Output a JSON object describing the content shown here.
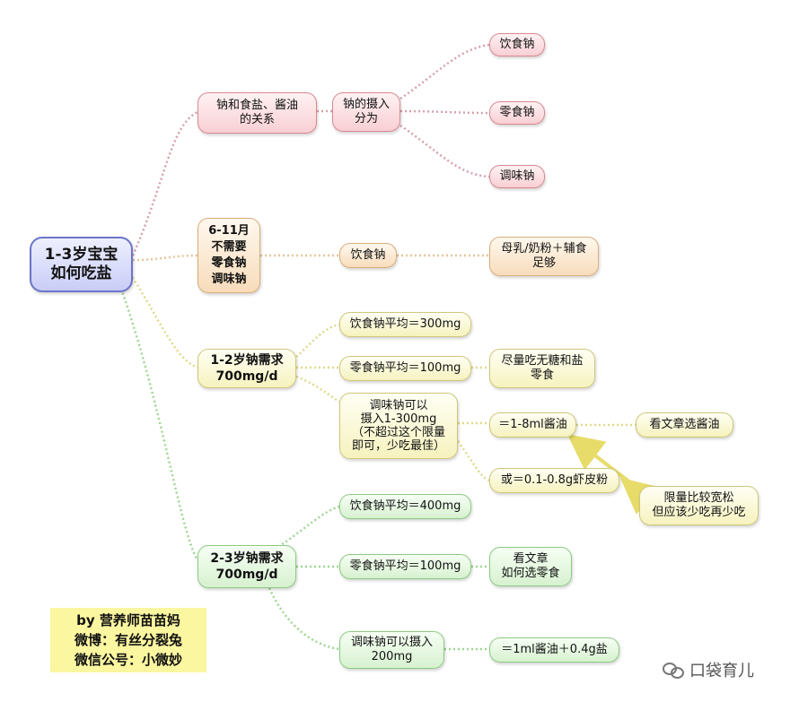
{
  "nodes": {
    "root": "1-3岁宝宝\n如何吃盐",
    "b1": "钠和食盐、酱油\n的关系",
    "b1_sub": "钠的摄入\n分为",
    "b1_leaf1": "饮食钠",
    "b1_leaf2": "零食钠",
    "b1_leaf3": "调味钠",
    "b2": "6-11月\n不需要\n零食钠\n调味钠",
    "b2_sub": "饮食钠",
    "b2_leaf": "母乳/奶粉＋辅食\n足够",
    "b3": "1-2岁钠需求\n700mg/d",
    "b3_sub1": "饮食钠平均＝300mg",
    "b3_sub2": "零食钠平均＝100mg",
    "b3_sub2_leaf": "尽量吃无糖和盐\n零食",
    "b3_sub3": "调味钠可以\n摄入1-300mg\n（不超过这个限量\n即可，少吃最佳）",
    "b3_sub3_leaf1": "＝1-8ml酱油",
    "b3_sub3_leaf1_note": "看文章选酱油",
    "b3_sub3_leaf2": "或＝0.1-0.8g虾皮粉",
    "b3_note": "限量比较宽松\n但应该少吃再少吃",
    "b4": "2-3岁钠需求\n700mg/d",
    "b4_sub1": "饮食钠平均＝400mg",
    "b4_sub2": "零食钠平均＝100mg",
    "b4_sub2_leaf": "看文章\n如何选零食",
    "b4_sub3": "调味钠可以摄入\n200mg",
    "b4_sub3_leaf": "＝1ml酱油＋0.4g盐"
  },
  "credit": {
    "line1": "by 营养师苗苗妈",
    "line2": "微博：有丝分裂兔",
    "line3": "微信公号：小微妙"
  },
  "watermark": {
    "text": "口袋育儿",
    "icon": "wechat-icon"
  },
  "colors": {
    "root": "#c9cdf6",
    "branch1": "#f8cfd4",
    "branch2": "#f8dcbb",
    "branch3": "#f6f2be",
    "branch4": "#d7f1d0",
    "credit_bg": "#fbf6a0",
    "arrow": "#e7dc6a"
  }
}
